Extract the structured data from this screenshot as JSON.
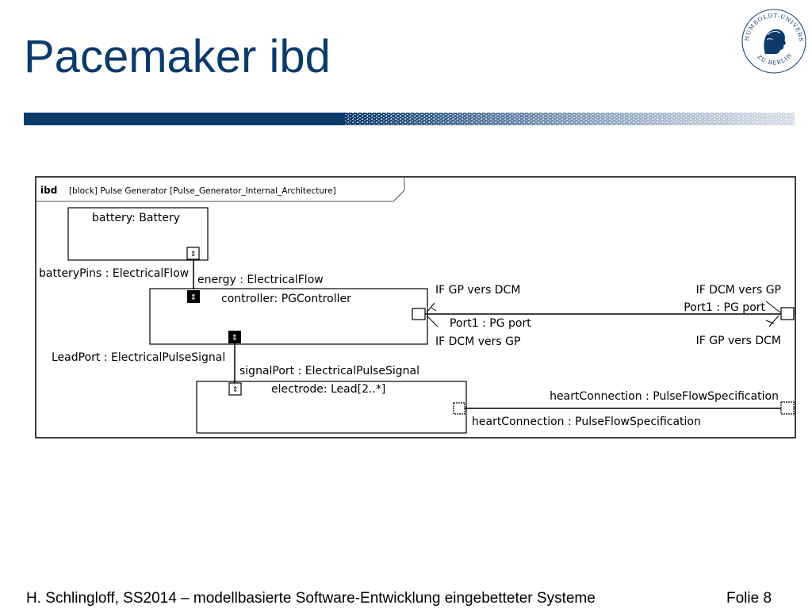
{
  "slide": {
    "title": "Pacemaker ibd",
    "footer": "H. Schlingloff, SS2014 – modellbasierte Software-Entwicklung eingebetteter Systeme",
    "page": "Folie 8",
    "logo_text": "HUMBOLDT-UNIVERSITÄT ZU BERLIN"
  },
  "diagram": {
    "frame_keyword": "ibd",
    "frame_title": "[block] Pulse Generator [Pulse_Generator_Internal_Architecture]",
    "blocks": {
      "battery": "battery: Battery",
      "controller": "controller: PGController",
      "electrode": "electrode: Lead[2..*]"
    },
    "labels": {
      "battery_pins": "batteryPins : ElectricalFlow",
      "energy": "energy : ElectricalFlow",
      "lead_port": "LeadPort : ElectricalPulseSignal",
      "signal_port": "signalPort : ElectricalPulseSignal",
      "if_gp_dcm_left": "IF GP vers DCM",
      "port1_inner": "Port1 : PG port",
      "if_dcm_gp_left": "IF DCM vers GP",
      "if_dcm_gp_right": "IF DCM vers GP",
      "port1_outer": "Port1 : PG port",
      "if_gp_dcm_right": "IF GP vers DCM",
      "heart_conn_top": "heartConnection : PulseFlowSpecification",
      "heart_conn_bottom": "heartConnection : PulseFlowSpecification"
    }
  }
}
